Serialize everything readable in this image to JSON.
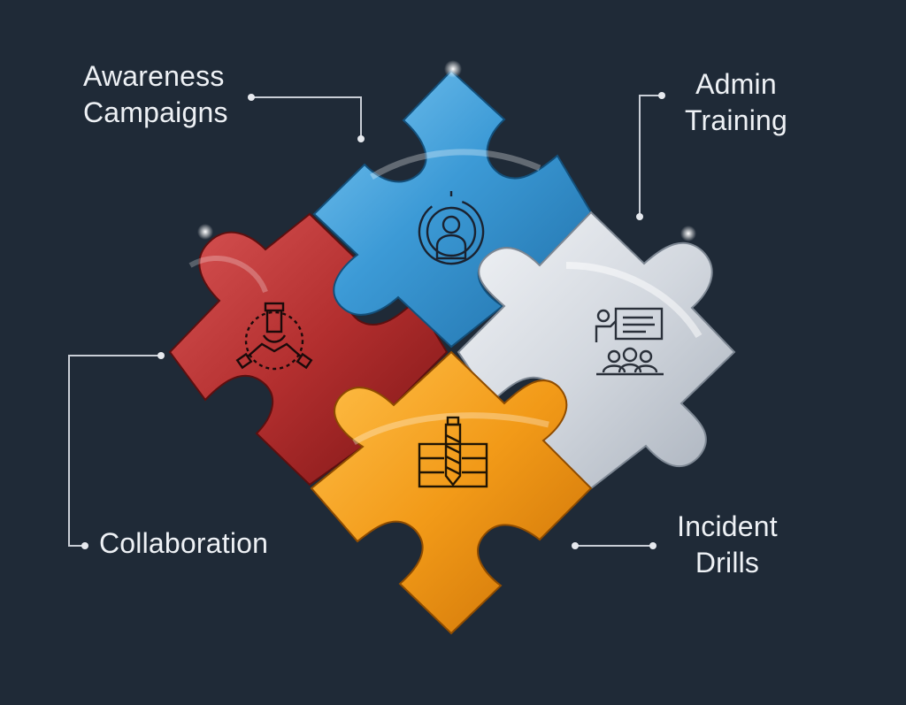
{
  "diagram": {
    "pieces": [
      {
        "id": "blue",
        "icon": "user-target-icon",
        "color": "#3e9ad6"
      },
      {
        "id": "red",
        "icon": "handshake-icon",
        "color": "#b23030"
      },
      {
        "id": "silver",
        "icon": "presentation-icon",
        "color": "#d6dbe2"
      },
      {
        "id": "orange",
        "icon": "drill-icon",
        "color": "#f29a18"
      }
    ],
    "labels": {
      "awareness": {
        "line1": "Awareness",
        "line2": "Campaigns"
      },
      "admin": {
        "line1": "Admin",
        "line2": "Training"
      },
      "collaboration": {
        "line1": "Collaboration"
      },
      "incident": {
        "line1": "Incident",
        "line2": "Drills"
      }
    },
    "colors": {
      "background": "#1f2a37",
      "connector": "#c9ced6",
      "text": "#eef1f5"
    }
  }
}
